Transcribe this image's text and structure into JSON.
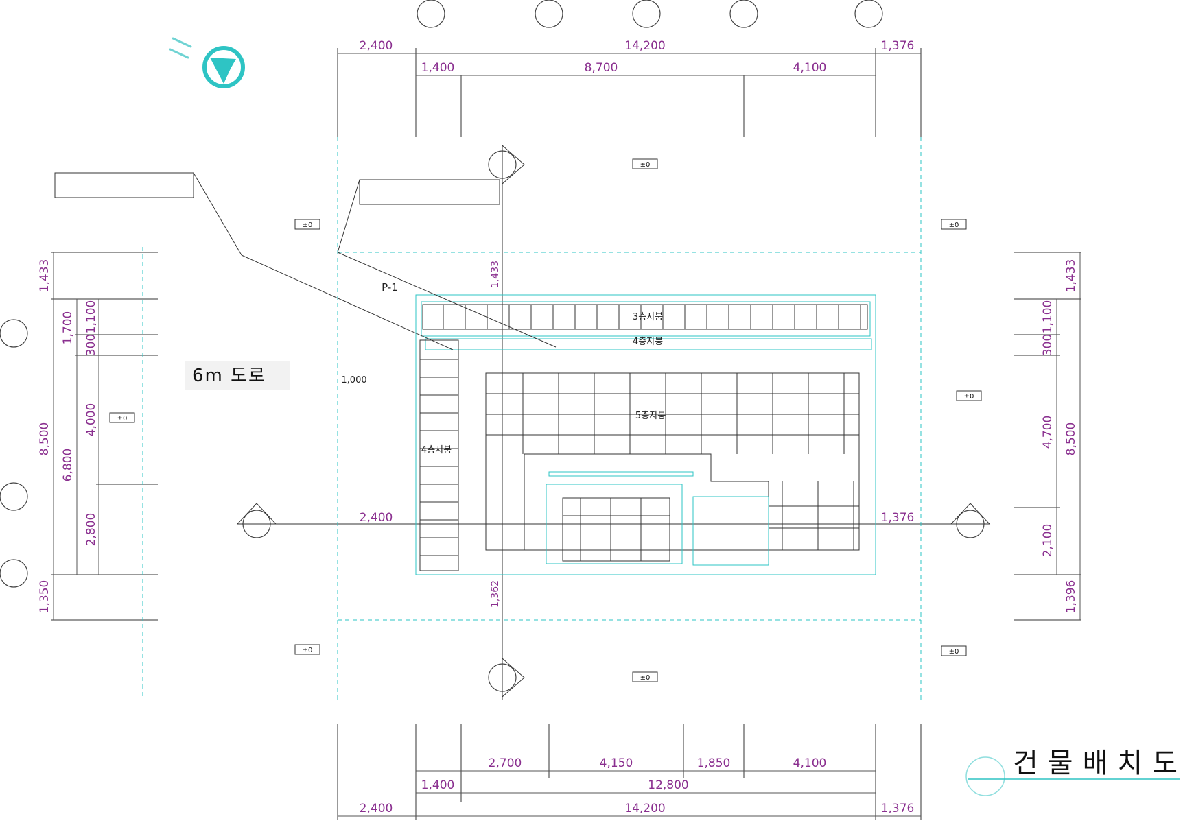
{
  "title": "건물배치도",
  "road_label": "6m 도로",
  "part_label": "P-1",
  "roof_labels": {
    "roof_3f": "3층지붕",
    "roof_4f_top": "4층지붕",
    "roof_4f_left": "4층지붕",
    "roof_5f": "5층지붕"
  },
  "level_tag": "±0",
  "dimensions": {
    "top_row1": [
      "2,400",
      "14,200",
      "1,376"
    ],
    "top_row2": [
      "1,400",
      "8,700",
      "4,100"
    ],
    "bottom_row1": [
      "2,700",
      "4,150",
      "1,850",
      "4,100"
    ],
    "bottom_row2": [
      "1,400",
      "12,800"
    ],
    "bottom_row3": [
      "2,400",
      "14,200",
      "1,376"
    ],
    "left_outer": [
      "1,433",
      "8,500",
      "1,350"
    ],
    "left_mid": [
      "1,700",
      "6,800"
    ],
    "left_inner": [
      "1,100",
      "300",
      "4,000",
      "2,800"
    ],
    "right_outer": [
      "1,433",
      "8,500",
      "1,396"
    ],
    "right_inner": [
      "1,100",
      "300",
      "4,700",
      "2,100"
    ],
    "mid_left": "2,400",
    "mid_right": "1,376",
    "local_1000": "1,000",
    "v_1433": "1,433",
    "v_1362": "1,362"
  },
  "colors": {
    "dimension": "#8a2f8f",
    "annotation": "#2ec4c4",
    "line": "#333333"
  },
  "icons": [
    "north-arrow-icon",
    "grid-bubble-icon",
    "section-marker-icon"
  ]
}
